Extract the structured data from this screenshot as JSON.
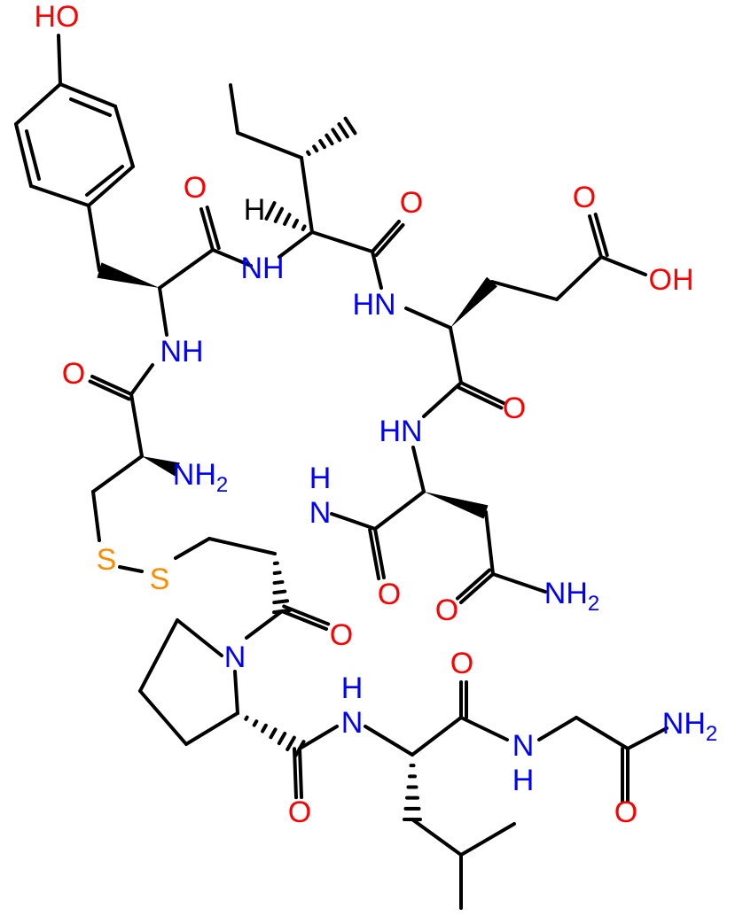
{
  "colors": {
    "bond": "#000000",
    "O": "#ff0000",
    "N": "#0000ff",
    "S": "#ff8c00",
    "H": "#000000"
  },
  "labels": {
    "ho": "HO",
    "o_tyr": "O",
    "nh_ile": "NH",
    "h_ile": "H",
    "o_ile": "O",
    "o_cooh": "O",
    "oh_cooh": "OH",
    "hn_glu": "HN",
    "nh_cys1": "NH",
    "o_cys1": "O",
    "o_glu": "O",
    "hn_gln": "HN",
    "nh2_cys1": "NH",
    "nh2_cys1_sub": "2",
    "h_cys6": "H",
    "n_cys6": "N",
    "s1": "S",
    "s2": "S",
    "o_asn": "O",
    "o_asn_side": "O",
    "nh2_asn": "NH",
    "nh2_asn_sub": "2",
    "o_cys6": "O",
    "n_pro": "N",
    "h_leu": "H",
    "n_leu": "N",
    "o_leu": "O",
    "n_gly": "N",
    "h_gly": "H",
    "nh2_gly": "NH",
    "nh2_gly_sub": "2",
    "o_pro": "O",
    "o_gly": "O"
  }
}
